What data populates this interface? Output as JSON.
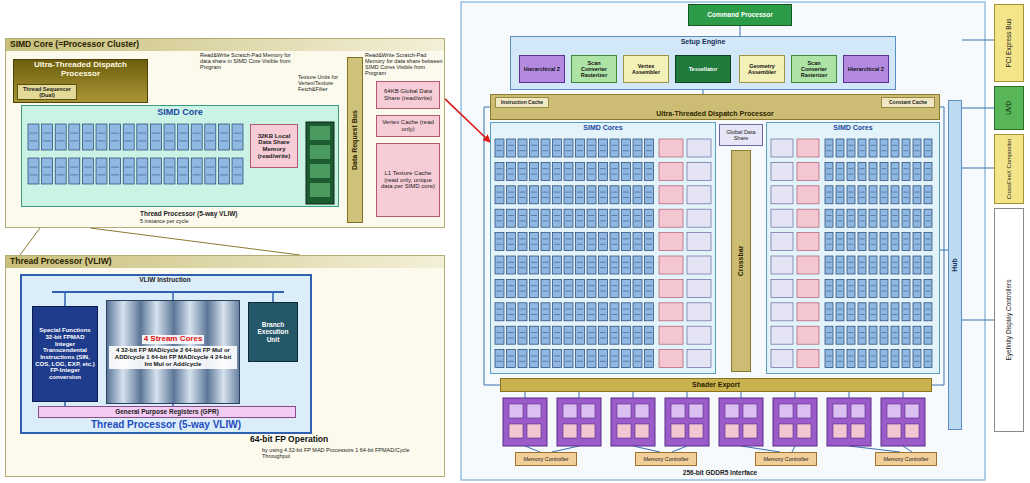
{
  "diagram": {
    "nodes": [
      {
        "text": [
          "SIMD Core (=Processor Cluster)"
        ]
      },
      {
        "text": [
          "Ultra-Threaded Dispatch Processor"
        ],
        "in": 0
      },
      {
        "text": [
          "Thread Sequencer (Dual)"
        ],
        "in": 1
      },
      {
        "text": [
          "SIMD Core"
        ],
        "in": 0
      },
      {
        "text": [
          "32KB Local Data Share Memory (read/write)"
        ],
        "in": 3
      },
      {
        "text": [
          "Data Request Bus"
        ],
        "in": 0
      },
      {
        "text": [
          "64KB Global Data Share (read/write)"
        ],
        "in": 0
      },
      {
        "text": [
          "Vertex Cache (read only)"
        ],
        "in": 0
      },
      {
        "text": [
          "L1 Texture Cache (read only, unique data per SIMD core)"
        ],
        "in": 0
      },
      {
        "text": [
          "Thread Processor (VLIW)"
        ]
      },
      {
        "text": [
          "Thread Processor (5-way VLIW)"
        ],
        "in": 9
      },
      {
        "text": [
          "Special Functions 32-bit FPMAD Integer Transcendental Instructions (SIN, COS, LOG, EXP, etc.) FP-Integer conversion"
        ],
        "in": 10
      },
      {
        "text": [
          "4 Stream Cores",
          "4 32-bit FP MAD/cycle 2 64-bit FP Mul or ADD/cycle 1 64-bit FP MAD/cycle 4 24-bit Int Mul or Add/cycle"
        ],
        "in": 10
      },
      {
        "text": [
          "Branch Execution Unit"
        ],
        "in": 10
      },
      {
        "text": [
          "General Purpose Registers (GPR)"
        ],
        "in": 10
      },
      {
        "text": [
          "Command Processor"
        ]
      },
      {
        "text": [
          "Setup Engine"
        ]
      },
      {
        "text": [
          "Hierarchical Z"
        ],
        "in": 16
      },
      {
        "text": [
          "Scan Converter Rasterizer"
        ],
        "in": 16
      },
      {
        "text": [
          "Vertex Assembler"
        ],
        "in": 16
      },
      {
        "text": [
          "Tessellator"
        ],
        "in": 16
      },
      {
        "text": [
          "Geometry Assembler"
        ],
        "in": 16
      },
      {
        "text": [
          "Scan Converter Rasterizer"
        ],
        "in": 16
      },
      {
        "text": [
          "Hierarchical Z"
        ],
        "in": 16
      },
      {
        "text": [
          "Ultra-Threaded Dispatch Processor"
        ]
      },
      {
        "text": [
          "Instruction Cache"
        ],
        "in": 24
      },
      {
        "text": [
          "Constant Cache"
        ],
        "in": 24
      },
      {
        "text": [
          "SIMD Cores"
        ]
      },
      {
        "text": [
          "SIMD Cores"
        ]
      },
      {
        "text": [
          "Global Data Share"
        ]
      },
      {
        "text": [
          "Crossbar"
        ]
      },
      {
        "text": [
          "Shader Export"
        ]
      },
      {
        "text": [
          "Memory Controller"
        ]
      },
      {
        "text": [
          "Memory Controller"
        ]
      },
      {
        "text": [
          "Memory Controller"
        ]
      },
      {
        "text": [
          "Memory Controller"
        ]
      },
      {
        "text": [
          "Hub"
        ]
      },
      {
        "text": [
          "PCI Express Bus"
        ]
      },
      {
        "text": [
          "UVD"
        ]
      },
      {
        "text": [
          "CrossFireX Compositor"
        ]
      },
      {
        "text": [
          "Eyefinity Display Controllers"
        ]
      }
    ],
    "edges": [
      {
        "from": 0,
        "to": 27,
        "arrow": "to"
      }
    ],
    "labels": [
      "Read&Write Scratch-Pad Memory for data share in SIMD Core Visible from Program",
      "Texture Units for Vertex/Texture Fetch&Filter",
      "Read&Write Scratch-Pad Memory for data share between SIMD Cores Visible from Program",
      "Thread Processor (5-way VLIW)",
      "5 instance per cycle",
      "VLIW Instruction",
      "64-bit FP Operation",
      "by using 4 32-bit FP MAD Processors 1 64-bit FPMAD/Cycle Throughput",
      "256-bit GDDR5 Interface"
    ]
  }
}
